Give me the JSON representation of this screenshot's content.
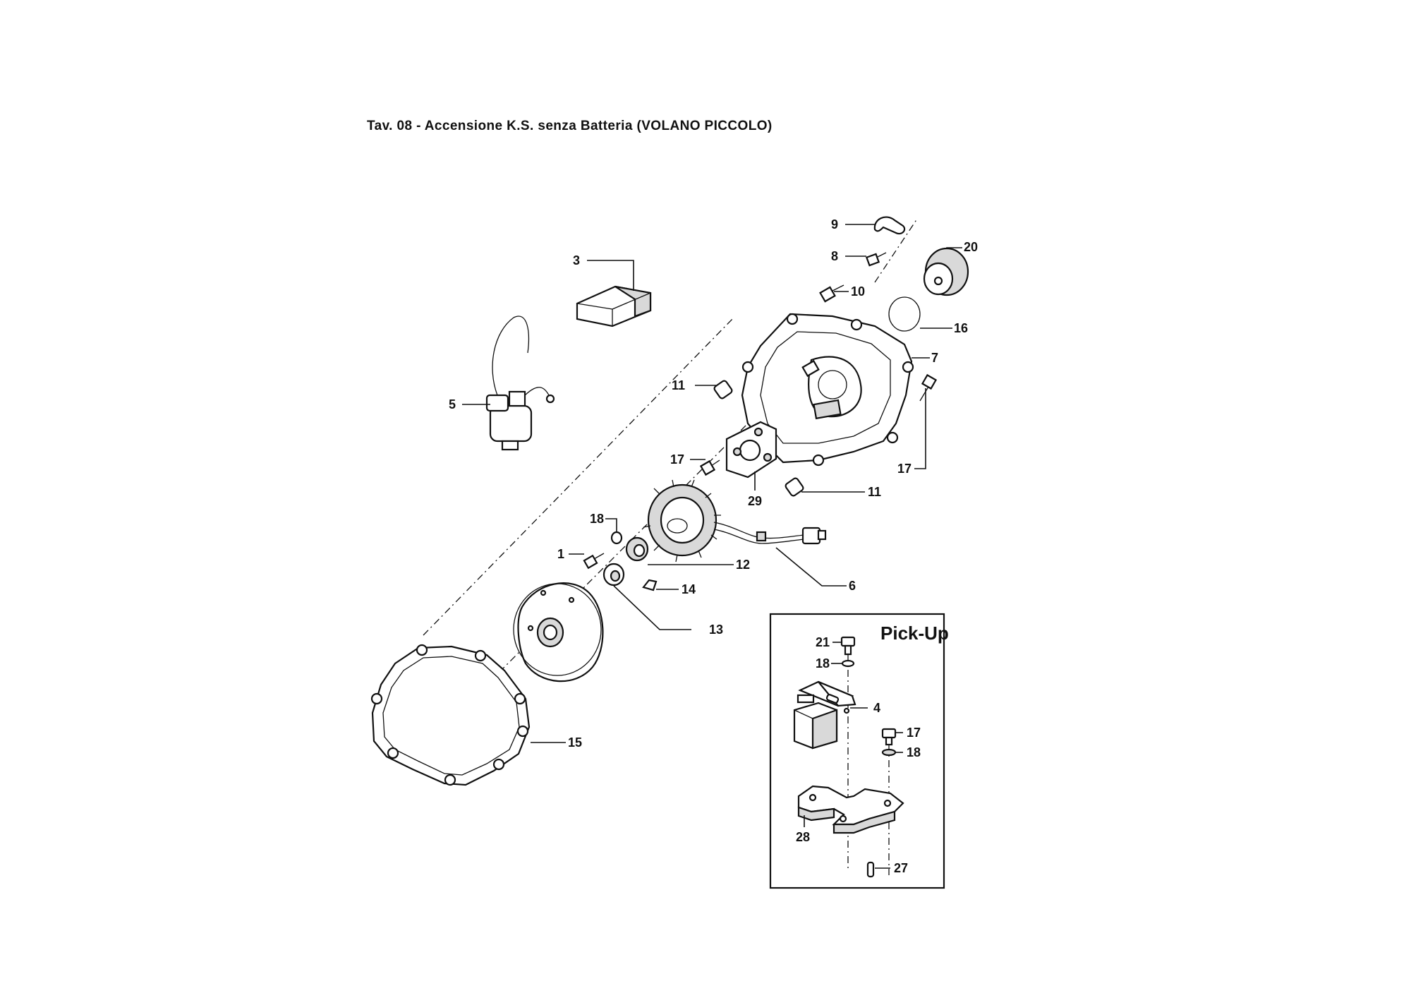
{
  "title": "Tav. 08 - Accensione K.S. senza Batteria (VOLANO PICCOLO)",
  "inset_title": "Pick-Up",
  "callouts": {
    "c1": "1",
    "c3": "3",
    "c5": "5",
    "c6": "6",
    "c7": "7",
    "c8": "8",
    "c9": "9",
    "c10": "10",
    "c11a": "11",
    "c11b": "11",
    "c12": "12",
    "c13": "13",
    "c14": "14",
    "c15": "15",
    "c16": "16",
    "c17a": "17",
    "c17b": "17",
    "c18": "18",
    "c20": "20",
    "c29": "29",
    "p21": "21",
    "p18a": "18",
    "p4": "4",
    "p17": "17",
    "p18b": "18",
    "p28": "28",
    "p27": "27"
  }
}
